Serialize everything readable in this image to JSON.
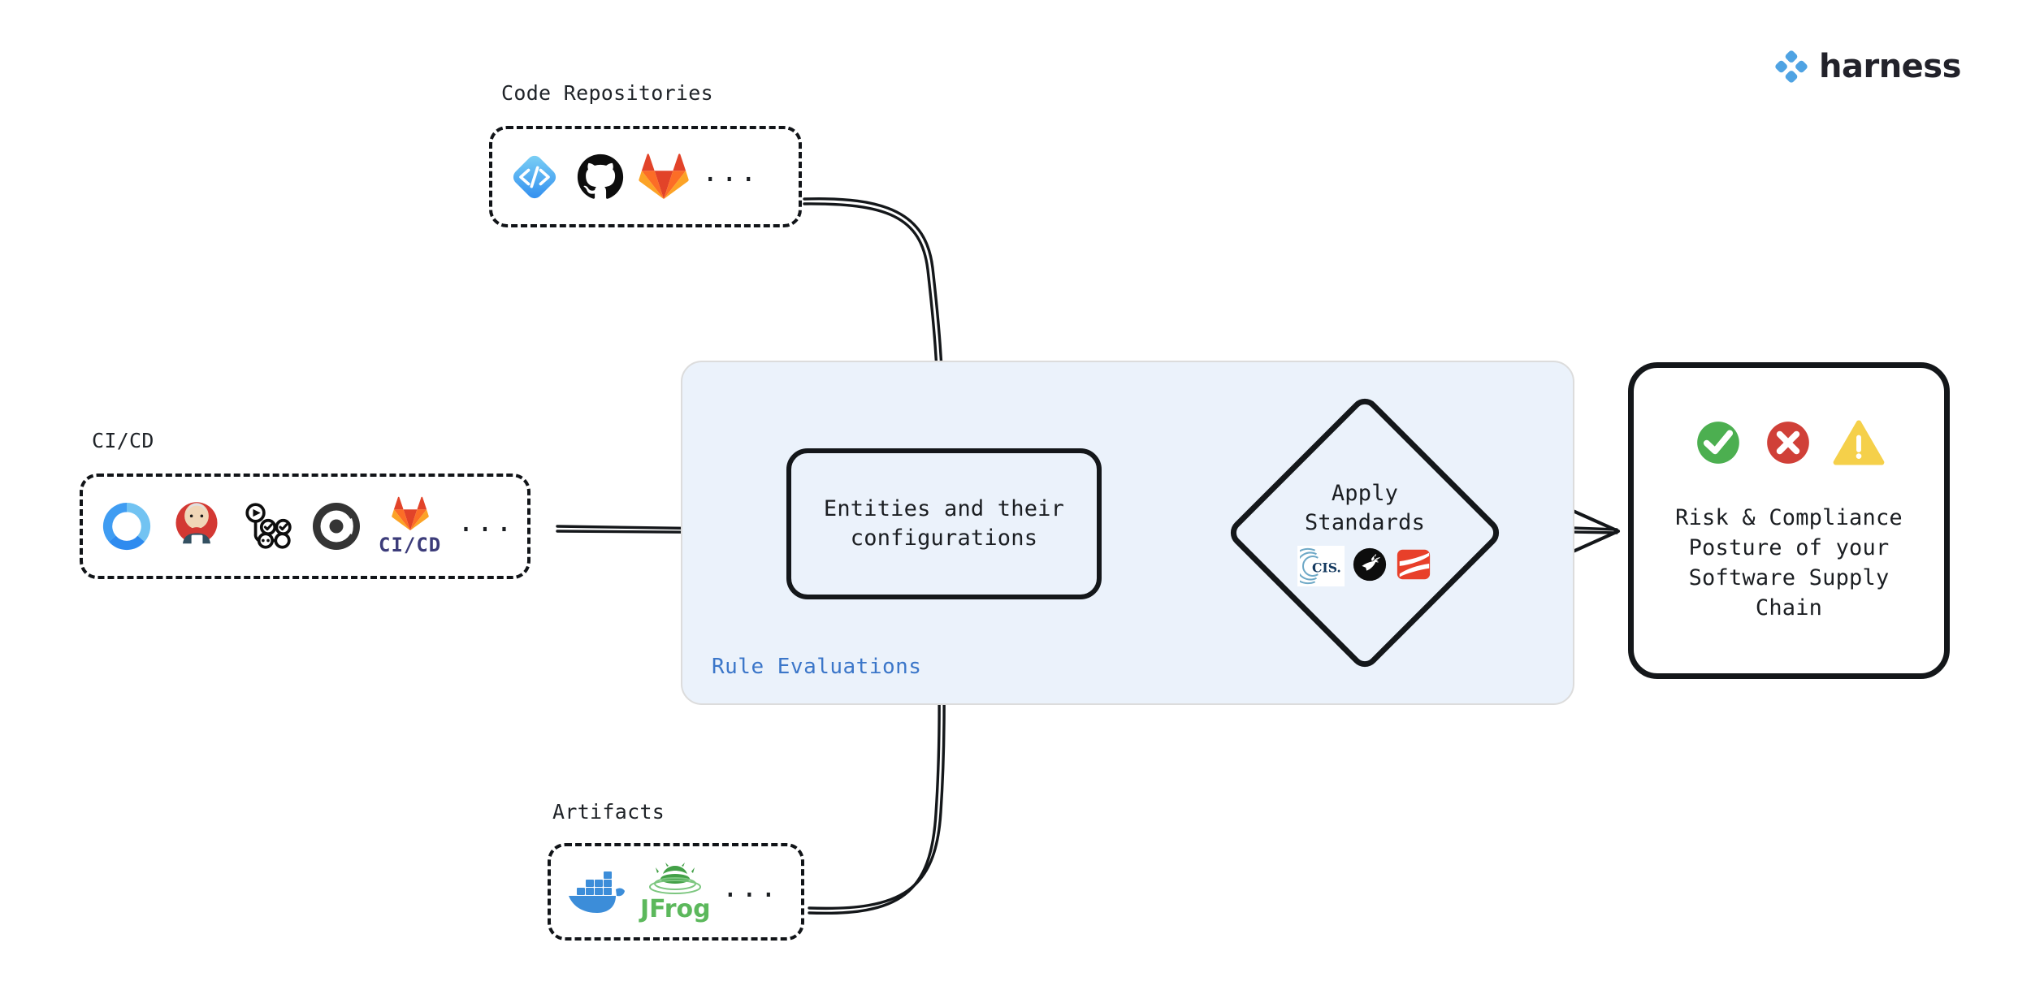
{
  "brand": {
    "name": "harness",
    "mark_icon": "harness-diamond-icon",
    "mark_color": "#4FA3E3",
    "text_color": "#22222A"
  },
  "sources": [
    {
      "key": "code_repositories",
      "caption": "Code Repositories",
      "tools": [
        {
          "name": "Harness Code",
          "icon": "harness-code-icon"
        },
        {
          "name": "GitHub",
          "icon": "github-icon"
        },
        {
          "name": "GitLab",
          "icon": "gitlab-icon"
        }
      ],
      "more_label": "..."
    },
    {
      "key": "ci_cd",
      "caption": "CI/CD",
      "tools": [
        {
          "name": "Harness CI",
          "icon": "harness-ci-icon"
        },
        {
          "name": "Jenkins",
          "icon": "jenkins-icon"
        },
        {
          "name": "GitHub Actions",
          "icon": "github-actions-icon"
        },
        {
          "name": "CircleCI",
          "icon": "circleci-icon"
        },
        {
          "name": "GitLab CI/CD",
          "icon": "gitlab-cicd-icon",
          "label": "CI/CD"
        }
      ],
      "more_label": "..."
    },
    {
      "key": "artifacts",
      "caption": "Artifacts",
      "tools": [
        {
          "name": "Docker",
          "icon": "docker-icon"
        },
        {
          "name": "JFrog",
          "icon": "jfrog-icon",
          "label": "JFrog"
        }
      ],
      "more_label": "..."
    }
  ],
  "pipeline": {
    "panel_label": "Rule Evaluations",
    "panel_label_color": "#3B76C9",
    "panel_bg": "#EBF2FB",
    "entities": {
      "line1": "Entities and their",
      "line2": "configurations"
    },
    "standards": {
      "line1": "Apply",
      "line2": "Standards",
      "logos": [
        {
          "name": "CIS",
          "icon": "cis-icon",
          "label": "CIS."
        },
        {
          "name": "OpenSSF",
          "icon": "openssf-icon"
        },
        {
          "name": "SLSA",
          "icon": "slsa-icon"
        }
      ]
    }
  },
  "output": {
    "status_icons": [
      {
        "name": "pass",
        "icon": "check-circle-icon",
        "color": "#4CAF50"
      },
      {
        "name": "fail",
        "icon": "x-circle-icon",
        "color": "#D04038"
      },
      {
        "name": "warn",
        "icon": "warning-triangle-icon",
        "color": "#F5D04A"
      }
    ],
    "line1": "Risk & Compliance",
    "line2": "Posture of your",
    "line3": "Software Supply",
    "line4": "Chain"
  }
}
